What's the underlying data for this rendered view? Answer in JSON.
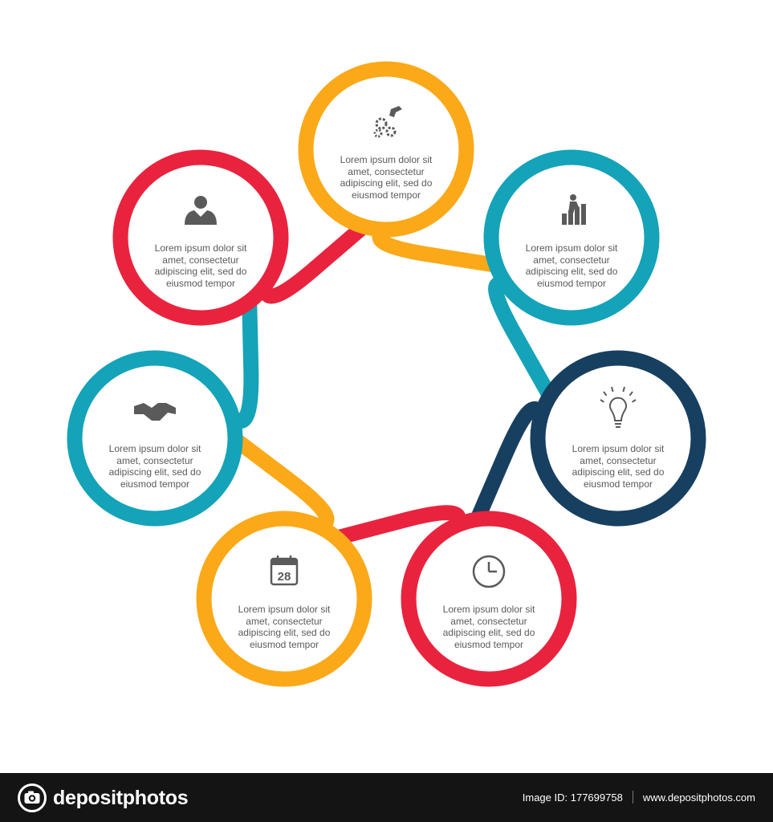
{
  "colors": {
    "orange": "#FBA919",
    "teal": "#14A3B8",
    "navy": "#173F60",
    "red": "#E9233E",
    "icon_gray": "#5a5a5a",
    "footer_bg": "#141414"
  },
  "circles": [
    {
      "id": "top",
      "color": "orange",
      "icon": "hand-gears-icon",
      "lines": [
        "Lorem ipsum dolor sit",
        "amet, consectetur",
        "adipiscing elit, sed do",
        "eiusmod tempor"
      ]
    },
    {
      "id": "upper-right",
      "color": "teal",
      "icon": "climbing-stairs-icon",
      "lines": [
        "Lorem ipsum dolor sit",
        "amet, consectetur",
        "adipiscing elit, sed do",
        "eiusmod tempor"
      ]
    },
    {
      "id": "right",
      "color": "navy",
      "icon": "lightbulb-icon",
      "lines": [
        "Lorem ipsum dolor sit",
        "amet, consectetur",
        "adipiscing elit, sed do",
        "eiusmod tempor"
      ]
    },
    {
      "id": "lower-right",
      "color": "red",
      "icon": "clock-icon",
      "lines": [
        "Lorem ipsum dolor sit",
        "amet, consectetur",
        "adipiscing elit, sed do",
        "eiusmod tempor"
      ]
    },
    {
      "id": "lower-left",
      "color": "orange",
      "icon": "calendar-icon",
      "icon_text": "28",
      "lines": [
        "Lorem ipsum dolor sit",
        "amet, consectetur",
        "adipiscing elit, sed do",
        "eiusmod tempor"
      ]
    },
    {
      "id": "left",
      "color": "teal",
      "icon": "handshake-icon",
      "lines": [
        "Lorem ipsum dolor sit",
        "amet, consectetur",
        "adipiscing elit, sed do",
        "eiusmod tempor"
      ]
    },
    {
      "id": "upper-left",
      "color": "red",
      "icon": "businessman-icon",
      "lines": [
        "Lorem ipsum dolor sit",
        "amet, consectetur",
        "adipiscing elit, sed do",
        "eiusmod tempor"
      ]
    }
  ],
  "footer": {
    "brand": "depositphotos",
    "image_id": "Image ID: 177699758",
    "website": "www.depositphotos.com"
  }
}
